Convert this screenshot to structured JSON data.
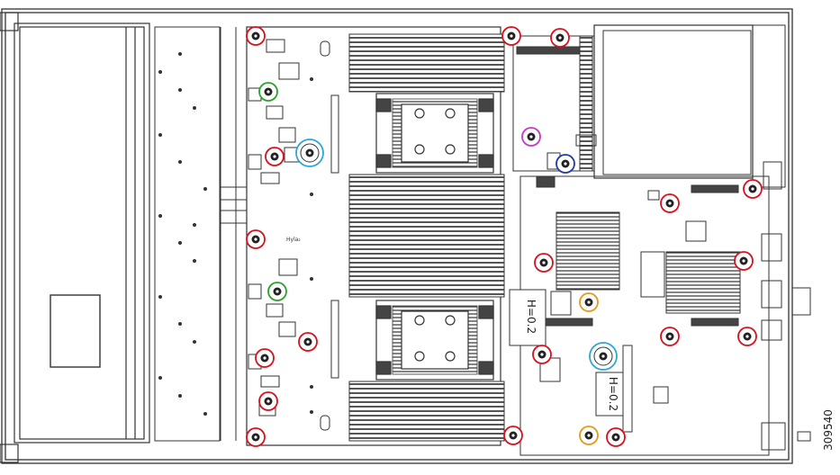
{
  "labels": {
    "figure_number": "309540",
    "h02_top": "H=0.2",
    "h02_bottom": "H=0.2",
    "board_tiny_label": "Hyla₂"
  },
  "colors": {
    "outline": "#333333",
    "red": "#d6121f",
    "green": "#2ca02c",
    "cyan": "#2aa8d8",
    "magenta": "#c23bc2",
    "blue": "#1f3aa8",
    "orange": "#e39a1d"
  }
}
